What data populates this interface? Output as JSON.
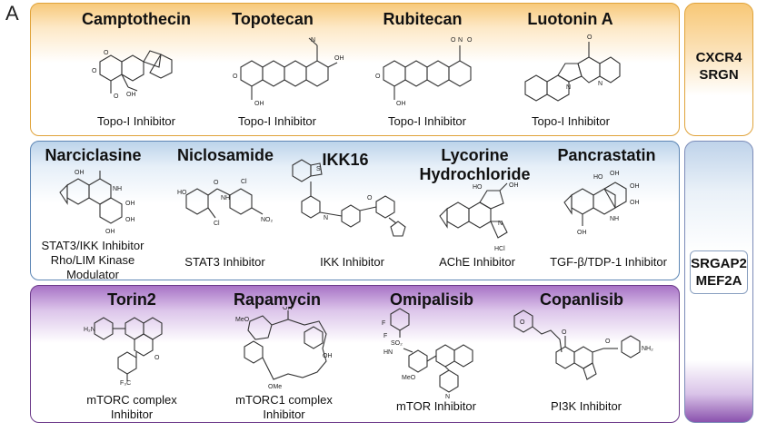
{
  "panel_label": "A",
  "genes": {
    "top_group": [
      "CXCR4",
      "SRGN"
    ],
    "bottom_group": [
      "SRGAP2",
      "MEF2A"
    ]
  },
  "groups": {
    "topo": {
      "colors": {
        "border": "#e0a33a",
        "fill": "#f7c97a"
      },
      "compounds": [
        {
          "name": "Camptothecin",
          "inhibitor": "Topo-I Inhibitor"
        },
        {
          "name": "Topotecan",
          "inhibitor": "Topo-I Inhibitor"
        },
        {
          "name": "Rubitecan",
          "inhibitor": "Topo-I Inhibitor"
        },
        {
          "name": "Luotonin A",
          "inhibitor": "Topo-I Inhibitor"
        }
      ]
    },
    "stat": {
      "colors": {
        "border": "#5d86b5",
        "fill": "#bcd3ea"
      },
      "compounds": [
        {
          "name": "Narciclasine",
          "inhibitor": "STAT3/IKK Inhibitor Rho/LIM Kinase Modulator"
        },
        {
          "name": "Niclosamide",
          "inhibitor": "STAT3 Inhibitor"
        },
        {
          "name": "IKK16",
          "inhibitor": "IKK Inhibitor"
        },
        {
          "name": "Lycorine Hydrochloride",
          "inhibitor": "AChE Inhibitor"
        },
        {
          "name": "Pancrastatin",
          "inhibitor": "TGF-β/TDP-1 Inhibitor"
        }
      ]
    },
    "mtor": {
      "colors": {
        "border": "#6c3a8a",
        "fill": "#a873c6"
      },
      "compounds": [
        {
          "name": "Torin2",
          "inhibitor": "mTORC complex Inhibitor"
        },
        {
          "name": "Rapamycin",
          "inhibitor": "mTORC1 complex Inhibitor"
        },
        {
          "name": "Omipalisib",
          "inhibitor": "mTOR Inhibitor"
        },
        {
          "name": "Copanlisib",
          "inhibitor": "PI3K Inhibitor"
        }
      ]
    }
  }
}
